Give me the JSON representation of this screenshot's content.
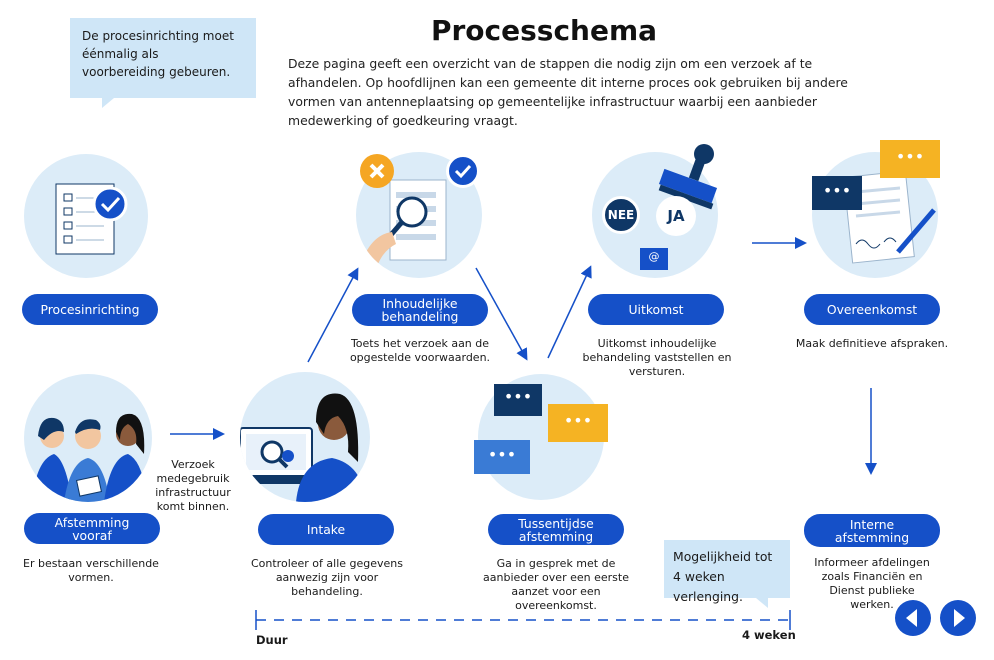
{
  "title": "Processchema",
  "intro": "Deze pagina geeft een overzicht van de stappen die nodig zijn om een verzoek af te afhandelen. Op hoofdlijnen kan een gemeente dit interne proces ook gebruiken bij andere vormen van antenneplaatsing op gemeentelijke infrastructuur waarbij een aanbieder medewerking of goedkeuring vraagt.",
  "note_top": "De procesinrichting moet éénmalig als voorbereiding gebeuren.",
  "note_bottom": "Mogelijkheid tot 4 weken verlenging.",
  "request_label": "Verzoek medegebruik infrastructuur komt binnen.",
  "steps": [
    {
      "label": "Procesinrichting",
      "desc": ""
    },
    {
      "label": "Afstemming vooraf",
      "desc": "Er bestaan verschillende vormen."
    },
    {
      "label": "Intake",
      "desc": "Controleer of alle gegevens aanwezig zijn voor behandeling."
    },
    {
      "label": "Inhoudelijke behandeling",
      "desc": "Toets het verzoek aan de opgestelde voorwaarden."
    },
    {
      "label": "Tussentijdse afstemming",
      "desc": "Ga in gesprek met de aanbieder over een eerste aanzet voor een overeenkomst."
    },
    {
      "label": "Uitkomst",
      "desc": "Uitkomst inhoudelijke behandeling vaststellen en versturen."
    },
    {
      "label": "Overeenkomst",
      "desc": "Maak definitieve afspraken."
    },
    {
      "label": "Interne afstemming",
      "desc": "Informeer afdelingen zoals Financiën en Dienst publieke werken."
    }
  ],
  "stamp": {
    "nee": "NEE",
    "ja": "JA",
    "email": "@"
  },
  "timeline": {
    "start_label": "Duur",
    "end_label": "4 weken"
  },
  "colors": {
    "blue": "#1550c8",
    "navy": "#0f3766",
    "light": "#dcecf8",
    "note": "#cfe6f7",
    "yellow": "#f5b323",
    "orange": "#f5a623"
  }
}
